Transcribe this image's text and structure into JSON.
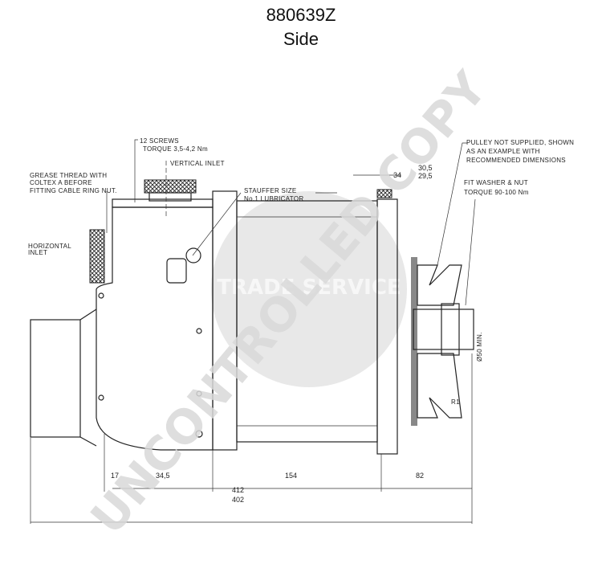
{
  "header": {
    "part_number": "880639Z",
    "view": "Side"
  },
  "watermark": {
    "main": "UNCONTROLLED COPY",
    "seal": "TRADE SERVICE"
  },
  "labels": {
    "screws_1": "12 SCREWS",
    "screws_2": "TORQUE 3,5-4,2 Nm",
    "vertical_inlet": "VERTICAL INLET",
    "grease_1": "GREASE THREAD WITH",
    "grease_2": "COLTEX A  BEFORE",
    "grease_3": "FITTING CABLE RING NUT.",
    "stauffer_1": "STAUFFER SIZE",
    "stauffer_2": "No.1 LUBRICATOR",
    "horizontal_1": "HORIZONTAL",
    "horizontal_2": "INLET",
    "pulley_1": "PULLEY NOT SUPPLIED, SHOWN",
    "pulley_2": "AS AN EXAMPLE WITH",
    "pulley_3": "RECOMMENDED DIMENSIONS",
    "washer_1": "FIT WASHER & NUT",
    "washer_2": "TORQUE 90-100 Nm",
    "shaft_dia": "Ø50 MIN.",
    "radius": "R1"
  },
  "dimensions": {
    "d34": "34",
    "d30_5": "30,5",
    "d29_5": "29,5",
    "d17": "17",
    "d34_5": "34,5",
    "d154": "154",
    "d82": "82",
    "d412": "412",
    "d402": "402"
  }
}
